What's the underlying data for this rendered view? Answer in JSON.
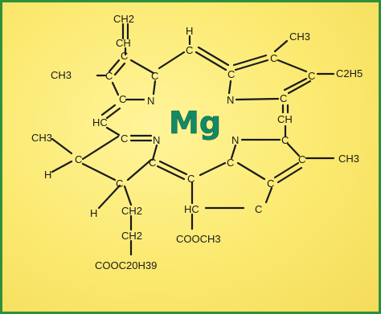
{
  "diagram": {
    "center_atom": "Mg",
    "atoms": {
      "vinyl_top": "CH2",
      "vinyl_ch": "CH",
      "h_top": "H",
      "ch3_top_right": "CH3",
      "ch3_left": "CH3",
      "c2h5": "C2H5",
      "c_tl_ring_1": "C",
      "c_tl_ring_2": "C",
      "c_tl_ring_3": "C",
      "c_bridge_top": "C",
      "c_tr_1": "C",
      "c_tr_2": "C",
      "c_tr_3": "C",
      "c_tr_4": "C",
      "n_top_left": "N",
      "n_top_right": "N",
      "n_bottom_left": "N",
      "n_bottom_right": "N",
      "hc_left": "HC",
      "c_left_mid": "C",
      "ch_right": "CH",
      "c_right_mid": "C",
      "ch3_far_left": "CH3",
      "c_far_left": "C",
      "h_far_left": "H",
      "ch3_right": "CH3",
      "c_right_low": "C",
      "c_bl_1": "C",
      "c_bl_2": "C",
      "c_bc_1": "C",
      "c_br_1": "C",
      "c_br_2": "C",
      "h_bottom_left": "H",
      "ch2_chain_1": "CH2",
      "ch2_chain_2": "CH2",
      "hc_bottom": "HC",
      "c_bottom": "C",
      "cooch3": "COOCH3",
      "cooc20h39": "COOC20H39"
    }
  }
}
